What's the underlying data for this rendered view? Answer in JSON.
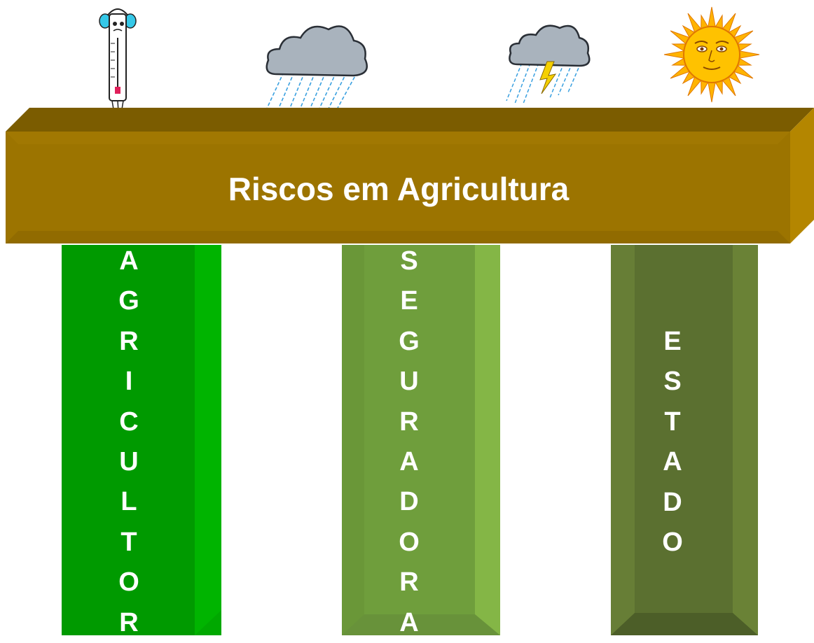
{
  "title": "Riscos em Agricultura",
  "icons": [
    "thermometer-icon",
    "rain-cloud-icon",
    "storm-cloud-icon",
    "sun-icon"
  ],
  "pillars": [
    {
      "label": "AGRICULTOR",
      "color": "#009a00"
    },
    {
      "label": "SEGURADORA",
      "color": "#6f9e3c"
    },
    {
      "label": "ESTADO",
      "color": "#5b7030"
    }
  ],
  "colors": {
    "beam": "#9a7400",
    "beam_top": "#7a5c00"
  }
}
